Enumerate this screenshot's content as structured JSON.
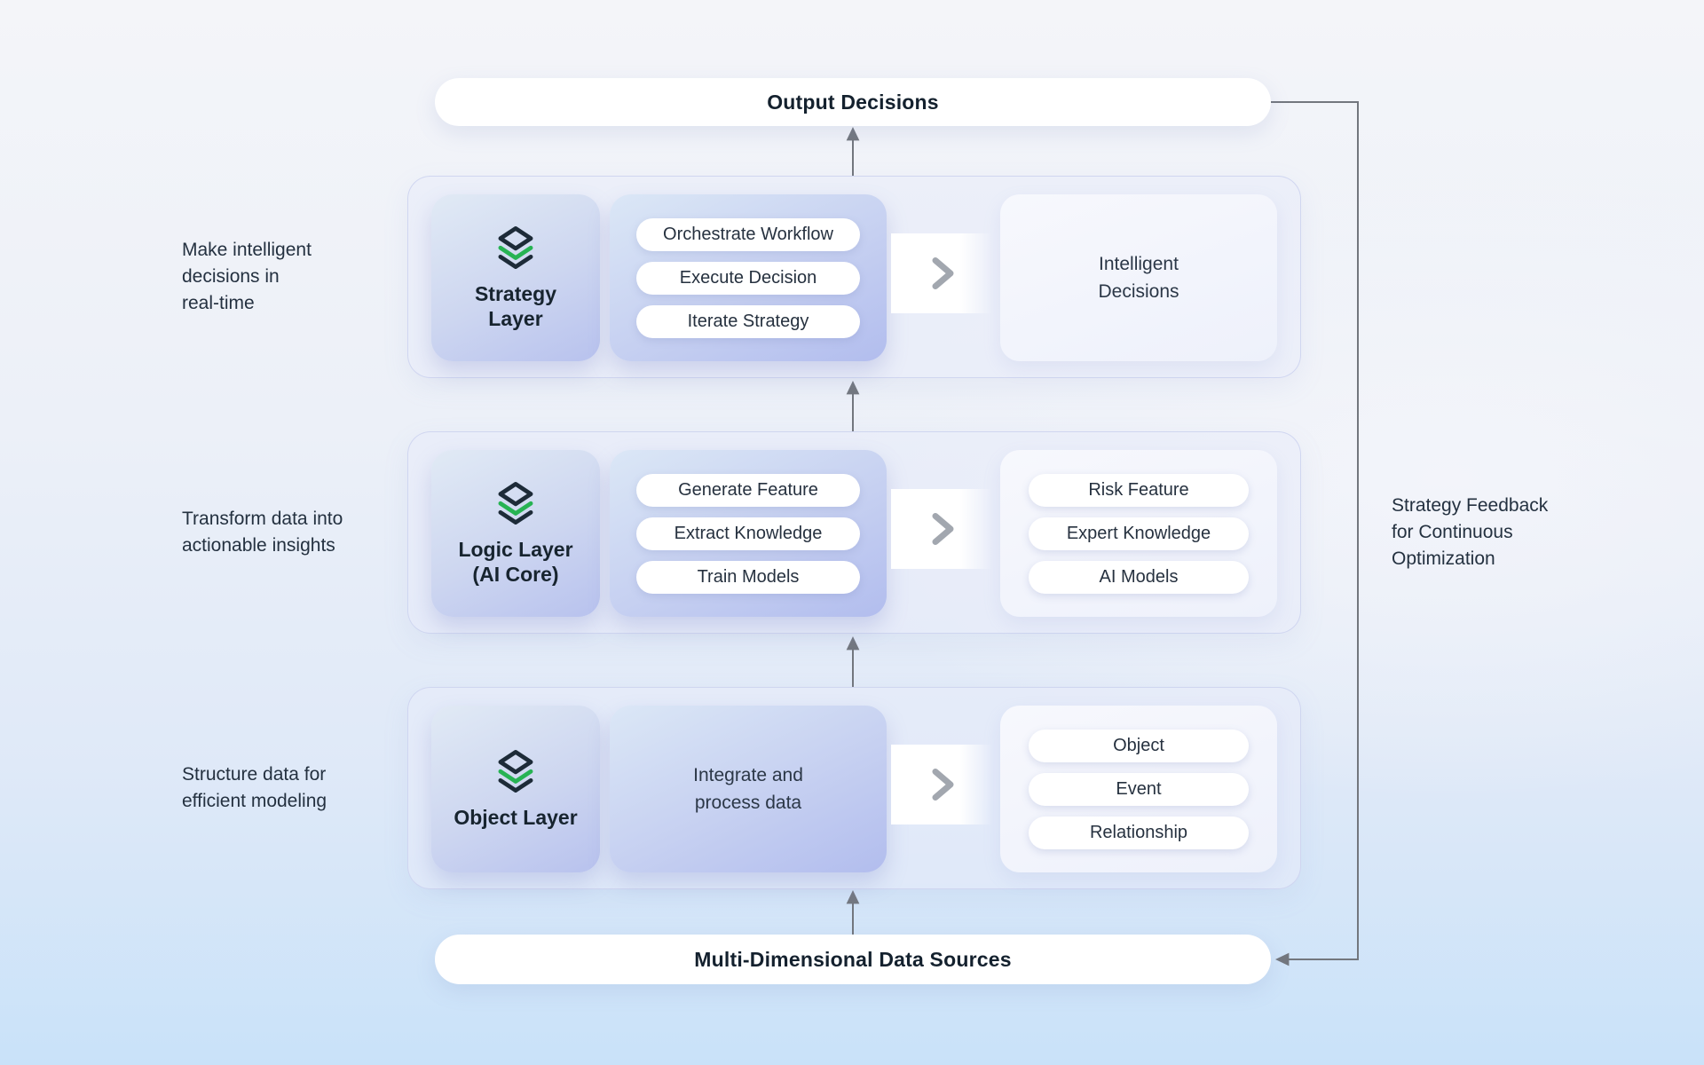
{
  "top_node": {
    "label": "Output Decisions"
  },
  "bottom_node": {
    "label": "Multi-Dimensional Data Sources"
  },
  "feedback_note": "Strategy Feedback\nfor Continuous\nOptimization",
  "rows": [
    {
      "side_note": "Make intelligent\ndecisions in\nreal-time",
      "layer": {
        "title": "Strategy\nLayer",
        "icon": "layers-icon"
      },
      "process": {
        "pills": [
          "Orchestrate Workflow",
          "Execute Decision",
          "Iterate Strategy"
        ]
      },
      "flow_icon": "arrow-right-icon",
      "output": {
        "text": "Intelligent\nDecisions"
      }
    },
    {
      "side_note": "Transform data into\nactionable insights",
      "layer": {
        "title": "Logic Layer\n(AI Core)",
        "icon": "layers-icon"
      },
      "process": {
        "pills": [
          "Generate Feature",
          "Extract Knowledge",
          "Train Models"
        ]
      },
      "flow_icon": "arrow-right-icon",
      "output": {
        "pills": [
          "Risk Feature",
          "Expert Knowledge",
          "AI Models"
        ]
      }
    },
    {
      "side_note": "Structure data for\nefficient modeling",
      "layer": {
        "title": "Object Layer",
        "icon": "layers-icon"
      },
      "process": {
        "text": "Integrate and\nprocess data"
      },
      "flow_icon": "arrow-right-icon",
      "output": {
        "pills": [
          "Object",
          "Event",
          "Relationship"
        ]
      }
    }
  ],
  "colors": {
    "accent_green": "#27b353",
    "ink_navy": "#17242f",
    "connector_gray": "#73777e",
    "background_top": "#f4f5f9",
    "background_bottom": "#c9e2f9"
  }
}
